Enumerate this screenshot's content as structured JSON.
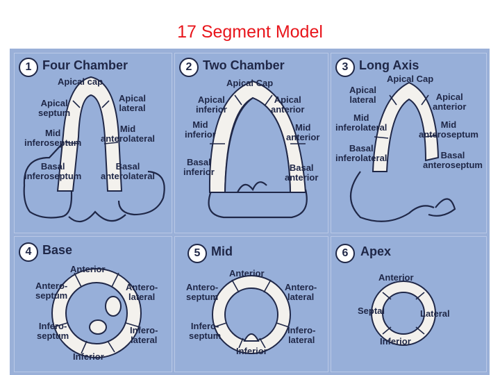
{
  "title": "17 Segment Model",
  "panels": [
    {
      "number": "1",
      "name": "Four Chamber",
      "labels": {
        "apical_cap": "Apical cap",
        "apical_septum": "Apical\nseptum",
        "apical_lateral": "Apical\nlateral",
        "mid_inferoseptum": "Mid\ninferoseptum",
        "mid_anterolateral": "Mid\nanterolateral",
        "basal_inferoseptum": "Basal\ninferoseptum",
        "basal_anterolateral": "Basal\nanterolateral"
      }
    },
    {
      "number": "2",
      "name": "Two Chamber",
      "labels": {
        "apical_cap": "Apical Cap",
        "apical_inferior": "Apical\ninferior",
        "apical_anterior": "Apical\nanterior",
        "mid_inferior": "Mid\ninferior",
        "mid_anterior": "Mid\nanterior",
        "basal_inferior": "Basal\ninferior",
        "basal_anterior": "Basal\nanterior"
      }
    },
    {
      "number": "3",
      "name": "Long Axis",
      "labels": {
        "apical_cap": "Apical Cap",
        "apical_lateral": "Apical\nlateral",
        "apical_anterior": "Apical\nanterior",
        "mid_inferolateral": "Mid\ninferolateral",
        "mid_anteroseptum": "Mid\nanteroseptum",
        "basal_inferolateral": "Basal\ninferolateral",
        "basal_anteroseptum": "Basal\nanteroseptum"
      }
    },
    {
      "number": "4",
      "name": "Base",
      "labels": {
        "anterior": "Anterior",
        "anteroseptum": "Antero-\nseptum",
        "anterolateral": "Antero-\nlateral",
        "inferoseptum": "Infero-\nseptum",
        "inferolateral": "Infero-\nlateral",
        "inferior": "Inferior"
      }
    },
    {
      "number": "5",
      "name": "Mid",
      "labels": {
        "anterior": "Anterior",
        "anteroseptum": "Antero-\nseptum",
        "anterolateral": "Antero-\nlateral",
        "inferoseptum": "Infero-\nseptum",
        "inferolateral": "Infero-\nlateral",
        "inferior": "Inferior"
      }
    },
    {
      "number": "6",
      "name": "Apex",
      "labels": {
        "anterior": "Anterior",
        "septal": "Septal",
        "lateral": "Lateral",
        "inferior": "Inferior"
      }
    }
  ],
  "colors": {
    "title": "#e8151b",
    "board": "#9ab0d8",
    "wall": "#f3f1ed",
    "ink": "#1f2747"
  }
}
